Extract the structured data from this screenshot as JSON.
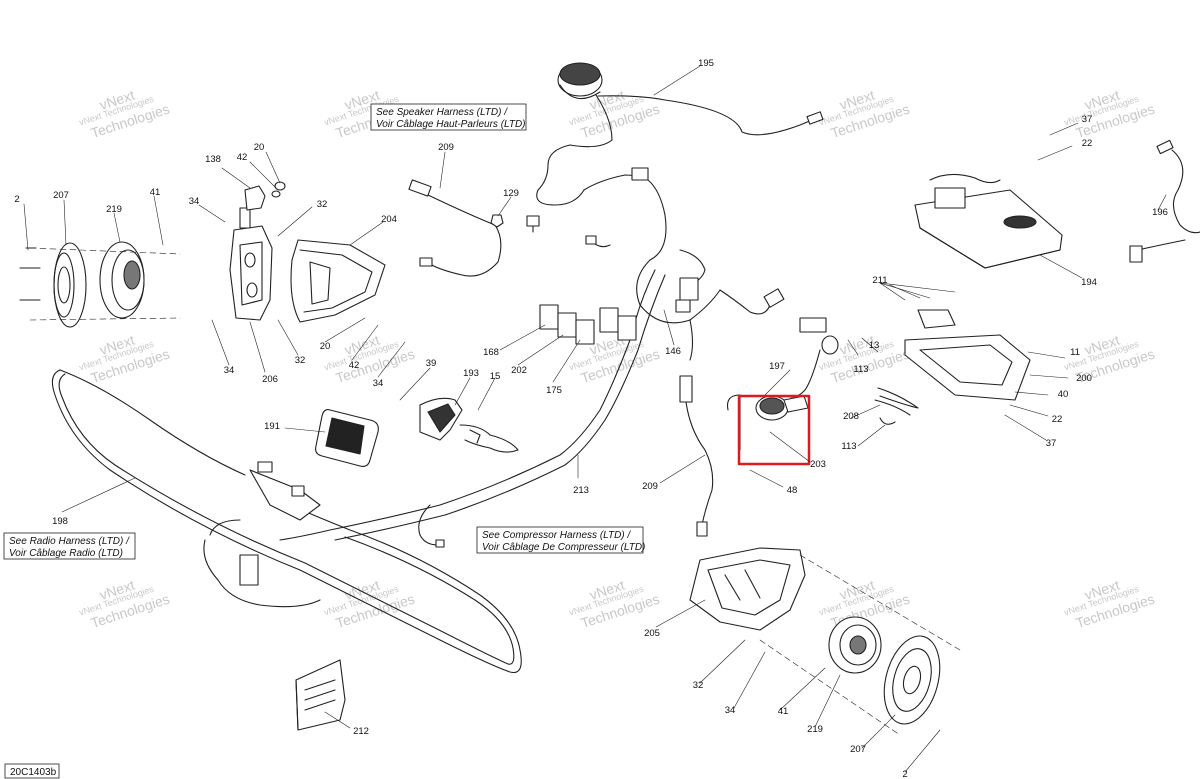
{
  "drawing_code": "20C1403b",
  "watermark": {
    "line1": "vNext",
    "line2": "Technologies",
    "full": "vNext Technologies"
  },
  "notes": {
    "speaker": [
      "See Speaker Harness (LTD) /",
      "Voir Câblage Haut-Parleurs (LTD)"
    ],
    "radio": [
      "See Radio Harness (LTD) /",
      "Voir Câblage Radio (LTD)"
    ],
    "compressor": [
      "See Compressor Harness (LTD) /",
      "Voir Câblage De Compresseur (LTD)"
    ]
  },
  "callouts": [
    "195",
    "209",
    "129",
    "138",
    "42",
    "20",
    "32",
    "204",
    "2",
    "207",
    "219",
    "41",
    "34",
    "34",
    "206",
    "32",
    "20",
    "42",
    "34",
    "168",
    "202",
    "175",
    "146",
    "39",
    "193",
    "15",
    "191",
    "213",
    "198",
    "209",
    "197",
    "203",
    "48",
    "208",
    "113",
    "211",
    "13",
    "113",
    "37",
    "22",
    "196",
    "194",
    "11",
    "200",
    "40",
    "22",
    "37",
    "205",
    "32",
    "34",
    "41",
    "219",
    "207",
    "2",
    "212"
  ],
  "highlight": {
    "part": "203",
    "color": "#e0191f"
  }
}
